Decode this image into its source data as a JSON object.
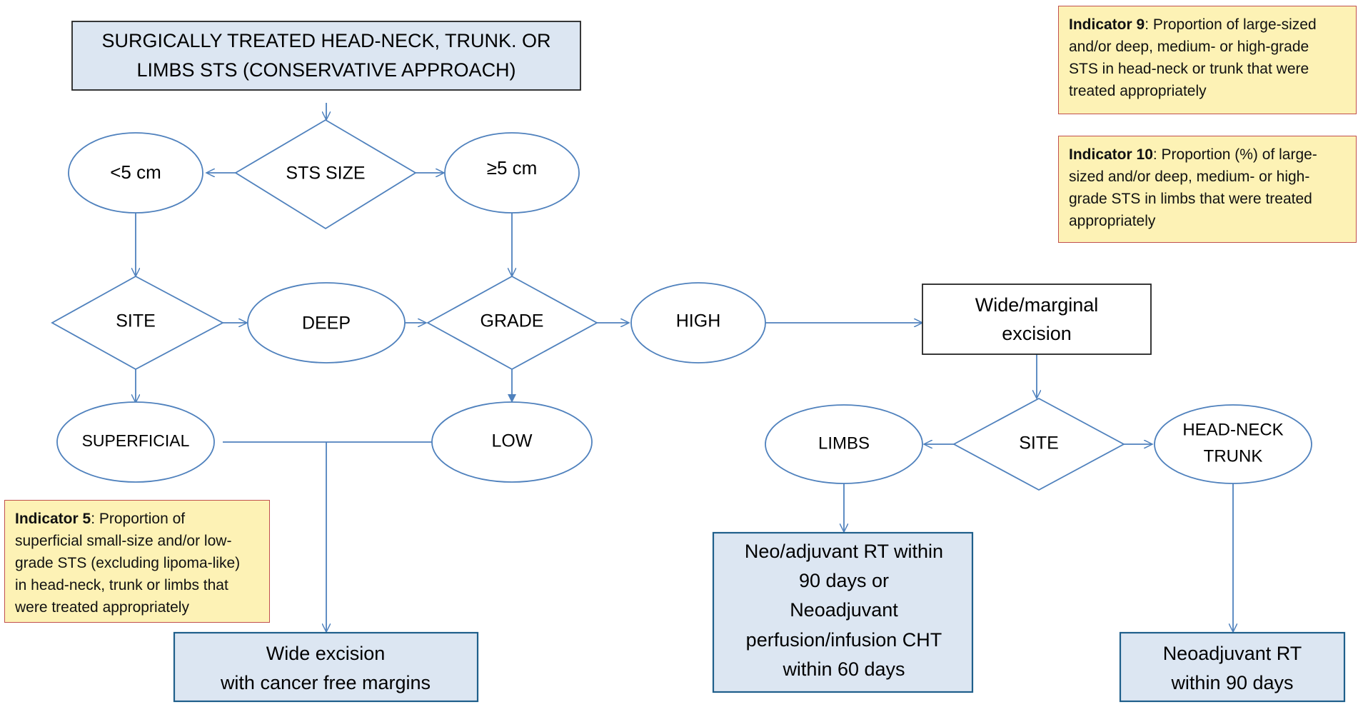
{
  "flowchart": {
    "start": {
      "line1": "SURGICALLY TREATED HEAD-NECK, TRUNK. OR",
      "line2": "LIMBS STS (CONSERVATIVE APPROACH)"
    },
    "sts_size": "STS SIZE",
    "lt5": "<5 cm",
    "ge5": "≥5 cm",
    "site_left": "SITE",
    "deep": "DEEP",
    "grade": "GRADE",
    "high": "HIGH",
    "superficial": "SUPERFICIAL",
    "low": "LOW",
    "wide_marginal": {
      "line1": "Wide/marginal",
      "line2": "excision"
    },
    "site_right": "SITE",
    "limbs": "LIMBS",
    "head_neck": {
      "line1": "HEAD-NECK",
      "line2": "TRUNK"
    },
    "wide_excision": {
      "line1": "Wide excision",
      "line2": "with cancer free  margins"
    },
    "neo_adjuvant": {
      "line1": "Neo/adjuvant RT within",
      "line2": "90 days or",
      "line3": "Neoadjuvant",
      "line4": "perfusion/infusion  CHT",
      "line5": "within 60 days"
    },
    "neoadjuvant_rt": {
      "line1": "Neoadjuvant RT",
      "line2": "within 90 days"
    }
  },
  "indicators": {
    "i9": {
      "title": "Indicator 9",
      "lines": [
        ": Proportion  of large-sized",
        "and/or deep, medium-  or high-grade",
        "STS in head-neck or trunk that were",
        "treated appropriately"
      ]
    },
    "i10": {
      "title": "Indicator 10",
      "lines": [
        ": Proportion  (%) of large-",
        "sized and/or deep, medium-  or high-",
        "grade STS in limbs that were treated",
        "appropriately"
      ]
    },
    "i5": {
      "title": "Indicator 5",
      "lines": [
        ": Proportion  of",
        "superficial small-size and/or low-",
        "grade STS (excluding lipoma-like)",
        "in head-neck, trunk or limbs that",
        "were treated appropriately"
      ]
    }
  },
  "colors": {
    "line": "#4f81bd",
    "box_fill": "#dce6f2",
    "indicator_fill": "#fdf2b5",
    "indicator_border": "#c0504d"
  }
}
